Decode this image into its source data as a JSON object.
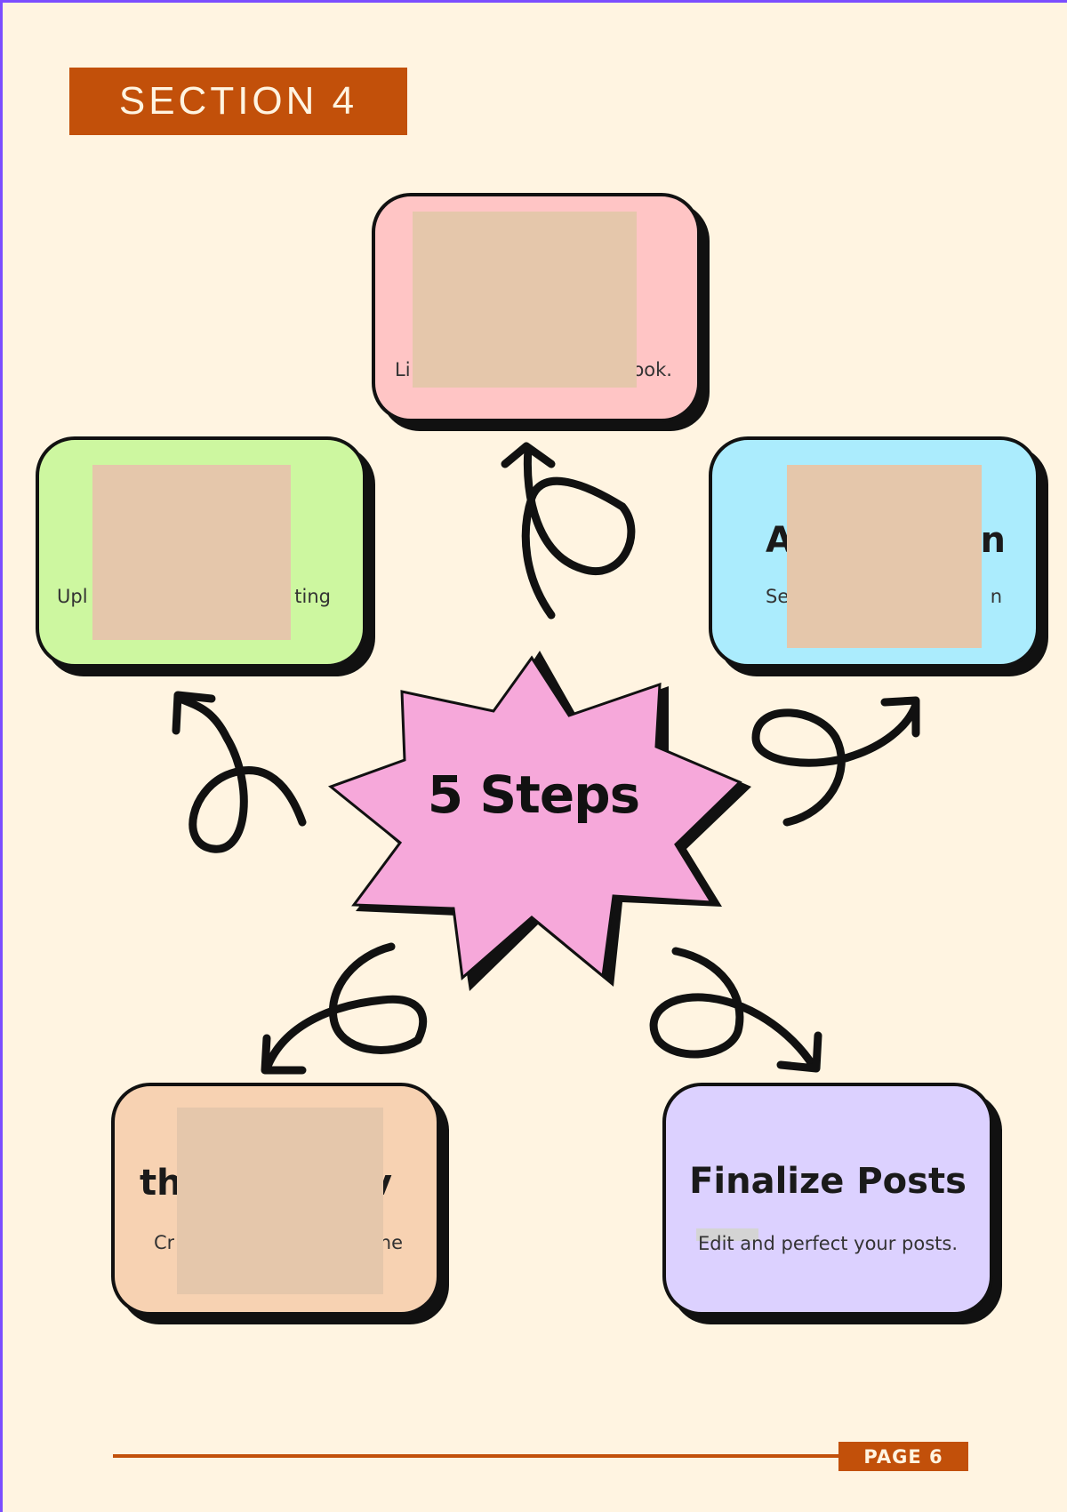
{
  "section": {
    "label": "SECTION 4"
  },
  "center": {
    "label": "5 Steps"
  },
  "cards": {
    "top": {
      "desc_start": "Li",
      "desc_end": "ook."
    },
    "left": {
      "desc_start": "Upl",
      "desc_end": "ting"
    },
    "right": {
      "title_start": "A",
      "title_end": "n",
      "desc_start": "Se",
      "desc_end": "n"
    },
    "bottom_left": {
      "title_start": "th",
      "title_end": "v",
      "desc_start": "Cr",
      "desc_end": "he"
    },
    "bottom_right": {
      "title": "Finalize Posts",
      "desc": "Edit and perfect your posts."
    }
  },
  "footer": {
    "page_label": "PAGE 6"
  },
  "colors": {
    "background": "#fff4e1",
    "accent": "#c2500a",
    "top_card": "#ffc5c5",
    "left_card": "#cdf7a0",
    "right_card": "#abecfd",
    "bottom_left_card": "#f7d2b2",
    "bottom_right_card": "#dcd1ff",
    "starburst": "#f6a8da",
    "redaction": "#e5c7ab"
  }
}
